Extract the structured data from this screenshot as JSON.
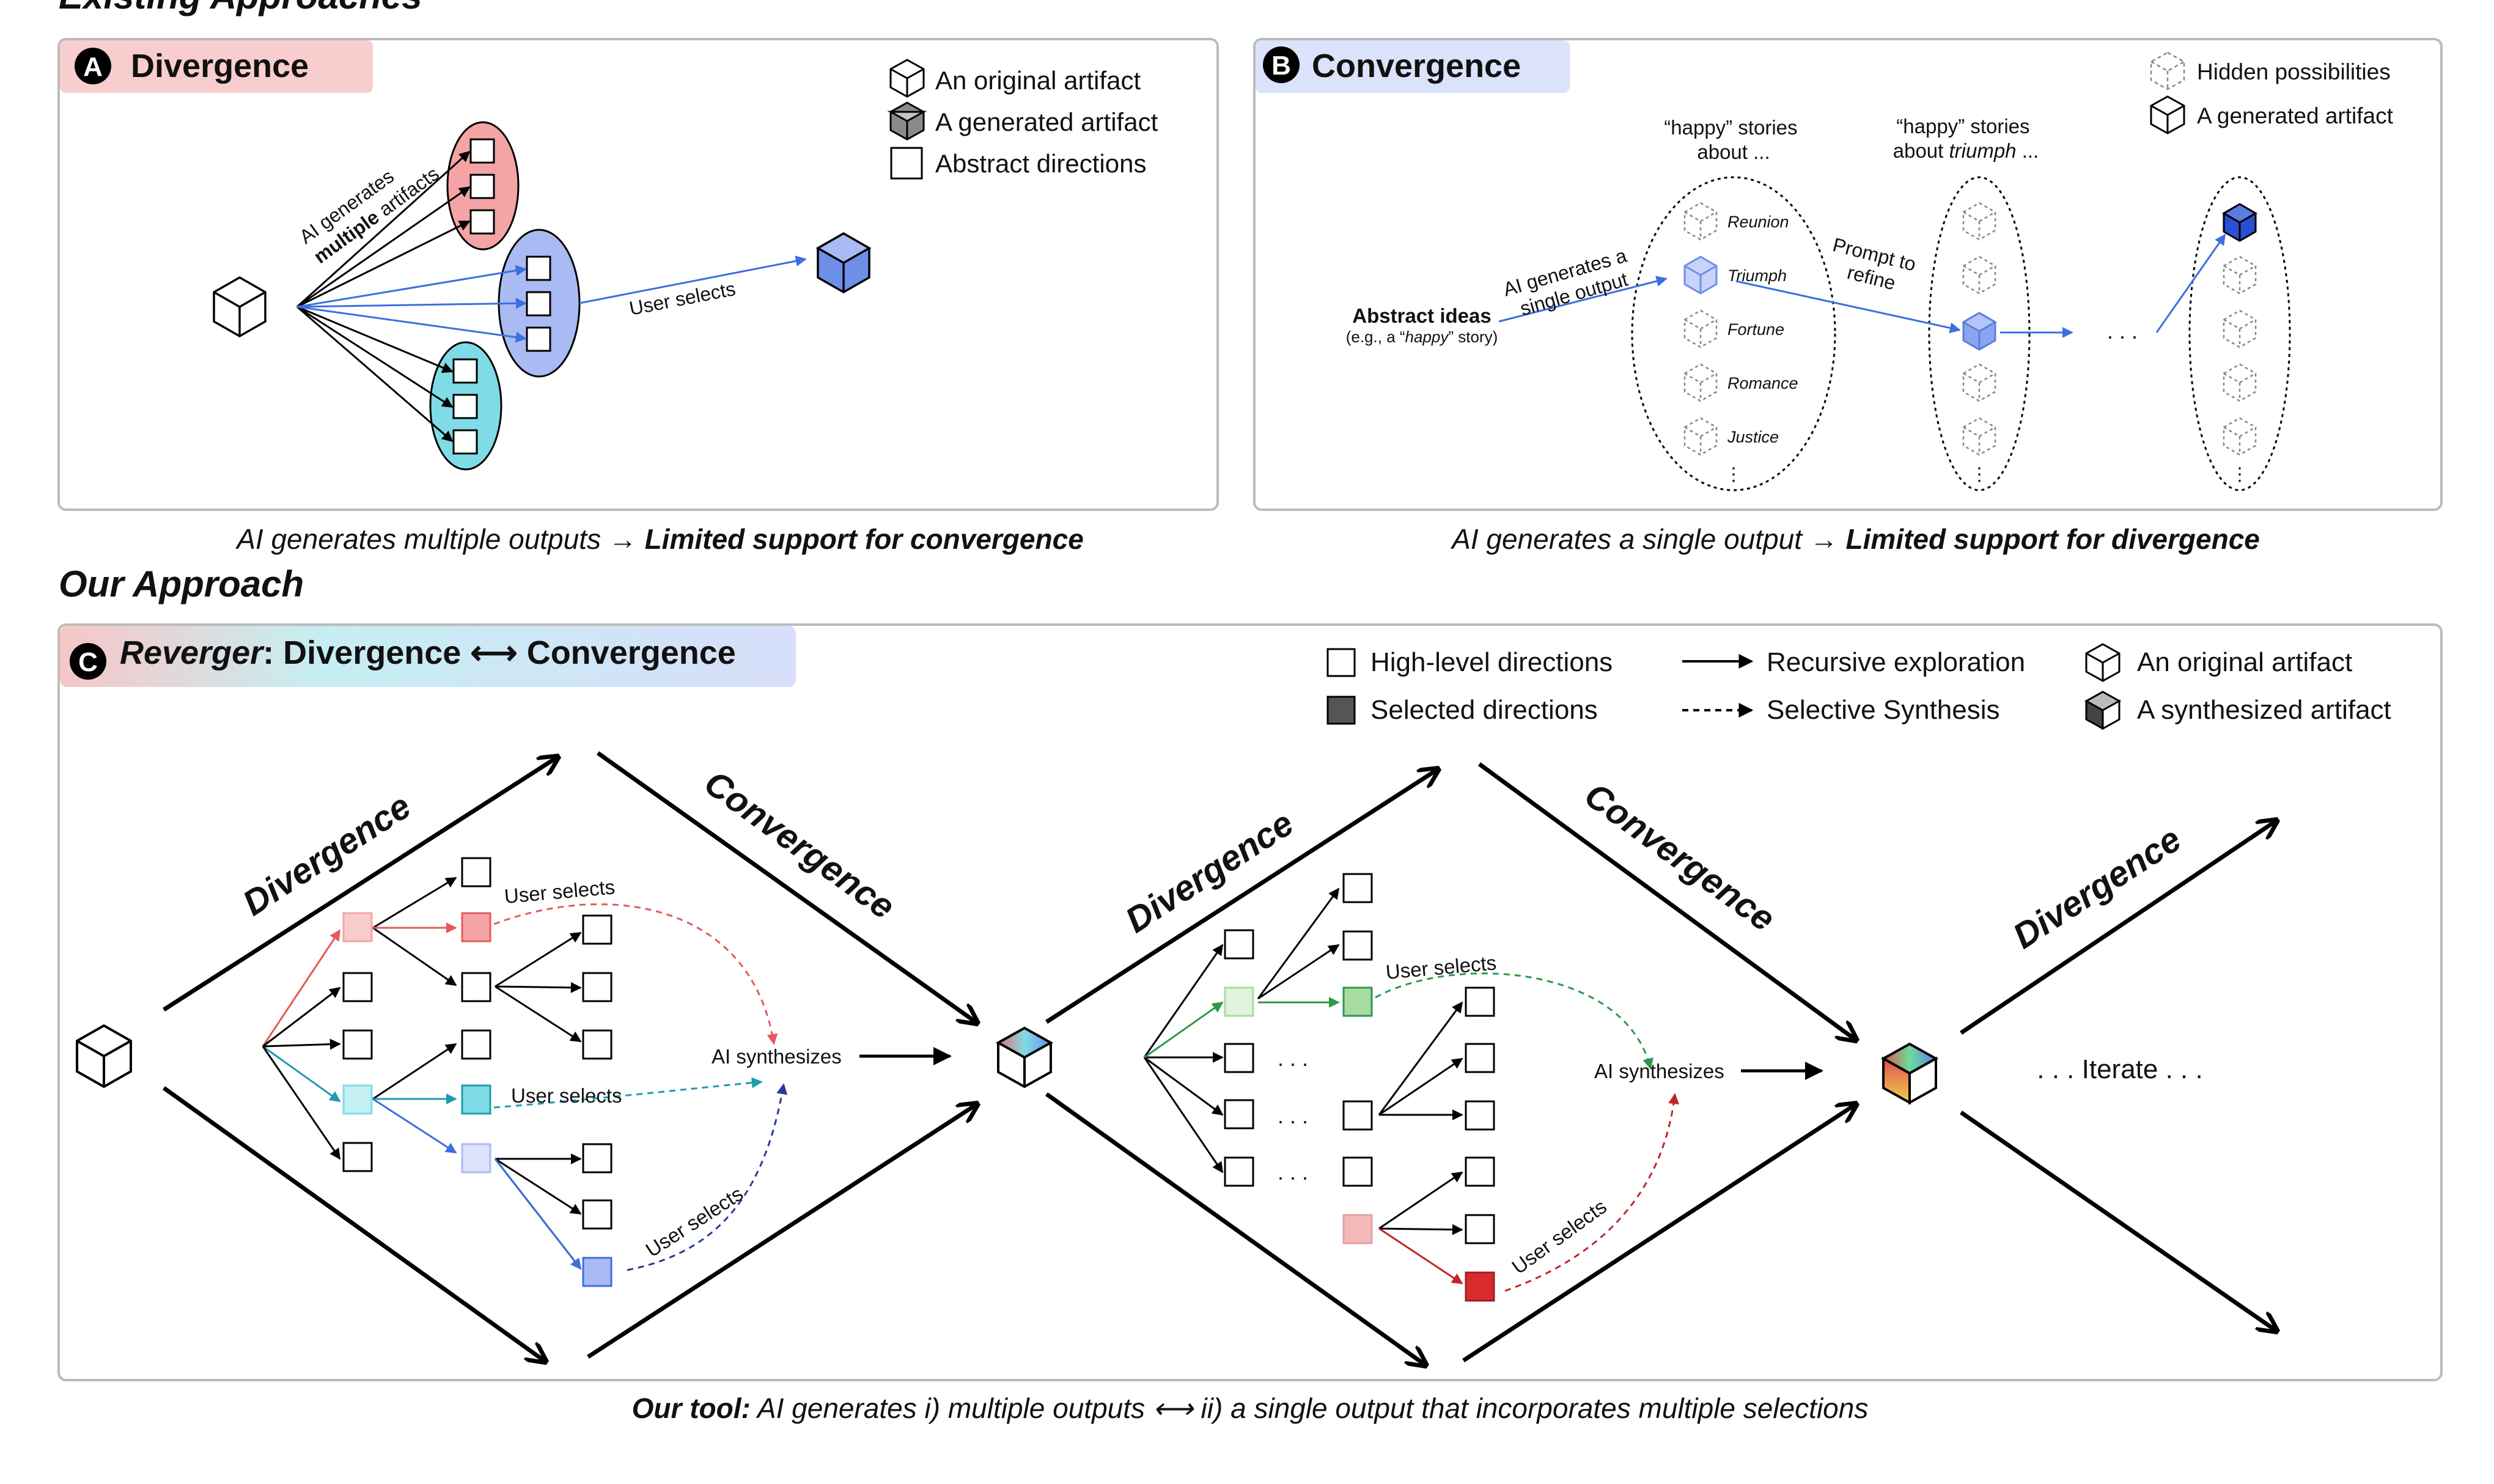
{
  "existing": {
    "heading": "Existing Approaches",
    "panel_a": {
      "badge": "A",
      "title": "Divergence",
      "legend": [
        "An original artifact",
        "A generated artifact",
        "Abstract directions"
      ],
      "rotated_line1": "AI generates",
      "rotated_bold": "multiple",
      "rotated_rest": " artifacts",
      "user_selects": "User selects",
      "caption_italic": "AI generates multiple outputs → ",
      "caption_bold": "Limited support for convergence"
    },
    "panel_b": {
      "badge": "B",
      "title": "Convergence",
      "legend": [
        "Hidden possibilities",
        "A generated artifact"
      ],
      "col1_header": [
        "“happy” stories",
        "about ..."
      ],
      "col2_header_line1": "“happy” stories",
      "col2_header_prefix": "about ",
      "col2_header_italic": "triumph",
      "col2_header_suffix": " ...",
      "abstract_title": "Abstract ideas",
      "abstract_sub_pre": "(e.g., a “",
      "abstract_sub_italic": "happy",
      "abstract_sub_post": "” story)",
      "ai_single": [
        "AI generates a",
        "single output"
      ],
      "prompt_refine": [
        "Prompt to",
        "refine"
      ],
      "stories": [
        "Reunion",
        "Triumph",
        "Fortune",
        "Romance",
        "Justice"
      ],
      "ellipsis": ". . .",
      "caption_italic": "AI generates a single output → ",
      "caption_bold": "Limited support for divergence"
    }
  },
  "ours": {
    "heading": "Our Approach",
    "panel_c": {
      "badge": "C",
      "title_italic": "Reverger",
      "title_rest": ": Divergence ⟷ Convergence",
      "legend": {
        "high_level": "High-level directions",
        "selected": "Selected directions",
        "recursive": "Recursive exploration",
        "selective": "Selective Synthesis",
        "original": "An original artifact",
        "synthesized": "A synthesized artifact"
      },
      "divergence": "Divergence",
      "convergence": "Convergence",
      "user_selects": "User selects",
      "ai_synthesizes": "AI synthesizes",
      "dots": ". . .",
      "iterate": ". . . Iterate . . .",
      "caption_bold": "Our tool:",
      "caption_rest": " AI generates i) multiple outputs ⟷ ii) a single output that incorporates multiple selections"
    }
  },
  "colors": {
    "red": "#e45a5a",
    "red_fill": "#f4a4a4",
    "pink_light": "#f8cccc",
    "blue": "#3c6fe0",
    "blue_fill": "#a9bbf2",
    "blue_light": "#dde3fb",
    "teal": "#1f9bb0",
    "teal_fill": "#7fdce6",
    "teal_light": "#c4eff3",
    "green": "#2a9a49",
    "green_fill": "#a8dba0",
    "green_light": "#e0f3dc",
    "dark_red": "#c0262b",
    "dark_red_fill": "#d92b2b",
    "panel_border": "#bbbbbb"
  }
}
